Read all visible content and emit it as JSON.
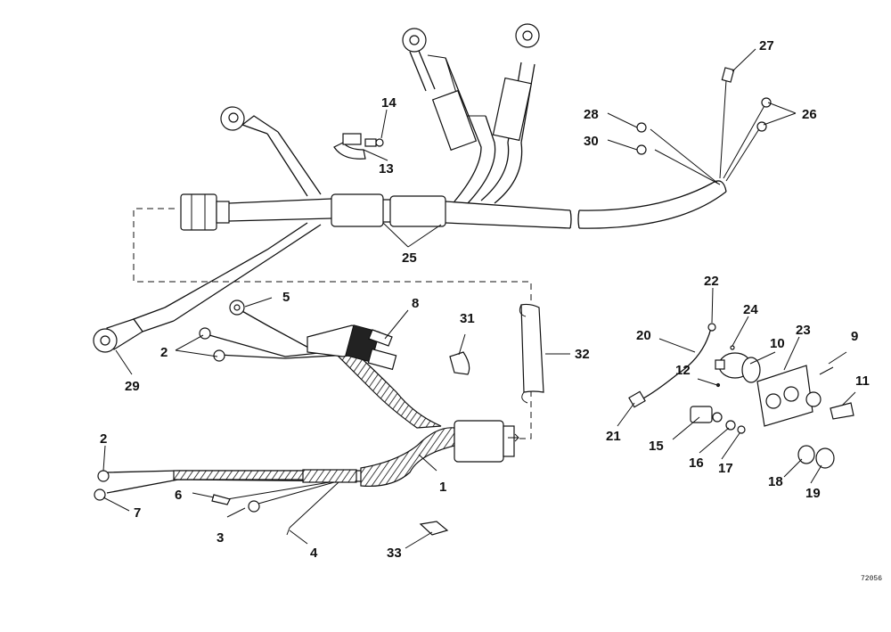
{
  "figure": {
    "drawing_code": "72056",
    "callouts": [
      "1",
      "2",
      "2",
      "3",
      "4",
      "5",
      "6",
      "7",
      "8",
      "9",
      "10",
      "11",
      "12",
      "13",
      "14",
      "15",
      "16",
      "17",
      "18",
      "19",
      "20",
      "21",
      "22",
      "23",
      "24",
      "25",
      "26",
      "27",
      "28",
      "29",
      "30",
      "31",
      "32",
      "33"
    ]
  }
}
